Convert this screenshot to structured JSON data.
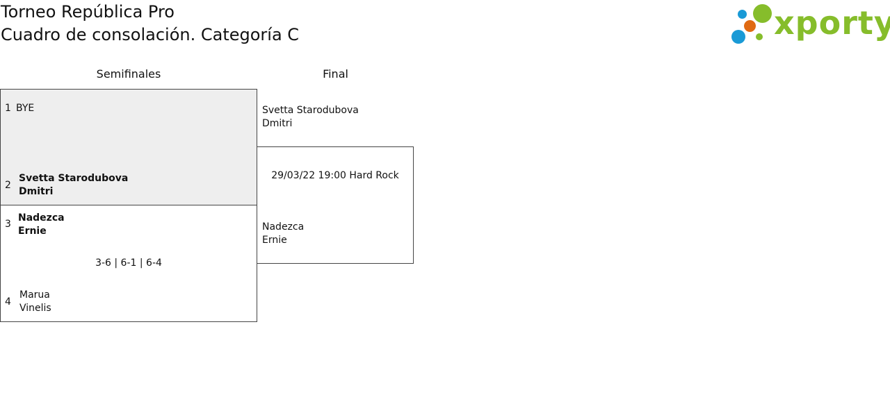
{
  "header": {
    "tournament": "Torneo República Pro",
    "subtitle": "Cuadro de consolación. Categoría C",
    "brand": "xporty"
  },
  "rounds": [
    "Semifinales",
    "Final"
  ],
  "semifinals": [
    {
      "top": {
        "seed": "1",
        "player1": "BYE",
        "player2": ""
      },
      "bottom": {
        "seed": "2",
        "player1": "Svetta Starodubova",
        "player2": "Dmitri"
      },
      "score": ""
    },
    {
      "top": {
        "seed": "3",
        "player1": "Nadezca",
        "player2": "Ernie"
      },
      "bottom": {
        "seed": "4",
        "player1": "Marua",
        "player2": "Vinelis"
      },
      "score": "3-6 | 6-1 | 6-4"
    }
  ],
  "final": {
    "top": {
      "player1": "Svetta Starodubova",
      "player2": "Dmitri"
    },
    "info": "29/03/22 19:00 Hard Rock",
    "bottom": {
      "player1": "Nadezca",
      "player2": "Ernie"
    }
  },
  "colors": {
    "brand_green": "#86bd2b",
    "brand_blue": "#1a9ad6",
    "brand_orange": "#e06a12",
    "bye_match_bg": "#eeeeee"
  }
}
